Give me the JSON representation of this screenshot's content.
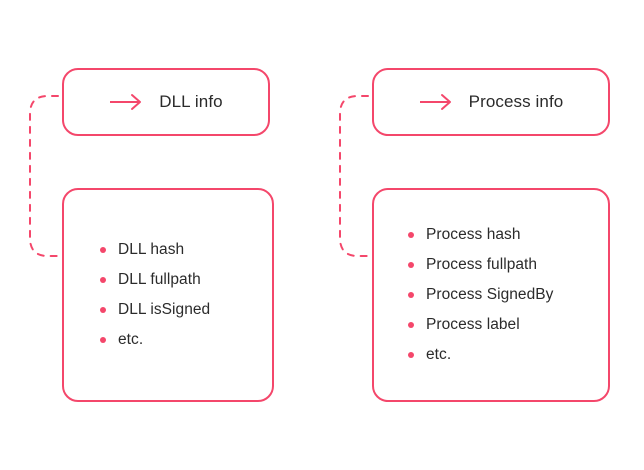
{
  "diagram": {
    "title": "",
    "accent_color": "#f4476b",
    "text_color": "#2b2b2b",
    "background_color": "#ffffff",
    "groups": [
      {
        "id": "dll-info",
        "header": {
          "icon": "arrow-right-icon",
          "label": "DLL info"
        },
        "connector": "dashed-bracket",
        "items": [
          {
            "bullet": "bullet-dot",
            "label": "DLL hash"
          },
          {
            "bullet": "bullet-dot",
            "label": "DLL fullpath"
          },
          {
            "bullet": "bullet-dot",
            "label": "DLL isSigned"
          },
          {
            "bullet": "bullet-dot",
            "label": "etc."
          }
        ]
      },
      {
        "id": "process-info",
        "header": {
          "icon": "arrow-right-icon",
          "label": "Process info"
        },
        "connector": "dashed-bracket",
        "items": [
          {
            "bullet": "bullet-dot",
            "label": "Process hash"
          },
          {
            "bullet": "bullet-dot",
            "label": "Process fullpath"
          },
          {
            "bullet": "bullet-dot",
            "label": "Process SignedBy"
          },
          {
            "bullet": "bullet-dot",
            "label": "Process label"
          },
          {
            "bullet": "bullet-dot",
            "label": "etc."
          }
        ]
      }
    ]
  }
}
